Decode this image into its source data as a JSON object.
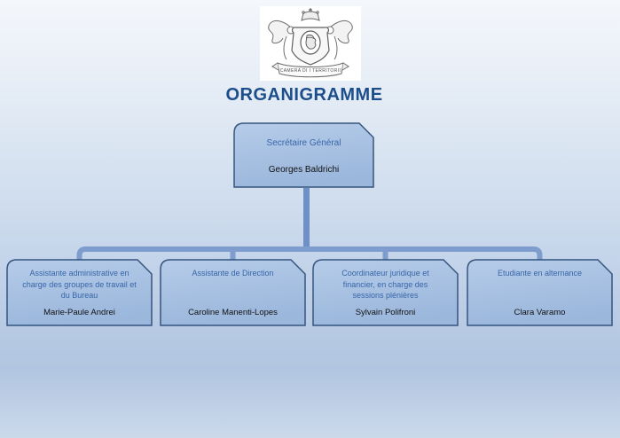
{
  "page": {
    "title": "ORGANIGRAMME"
  },
  "logo": {
    "description": "engraved crest with crown, winged angels and shield",
    "banner_text": "CAMERA DI I TERRITORII"
  },
  "org_chart": {
    "root": {
      "role": "Secrétaire Général",
      "name": "Georges Baldrichi"
    },
    "children": [
      {
        "role": "Assistante administrative en\ncharge des groupes de travail et\ndu Bureau",
        "name": "Marie-Paule Andrei"
      },
      {
        "role": "Assistante de Direction",
        "name": "Caroline Manenti-Lopes"
      },
      {
        "role": "Coordinateur juridique et\nfinancier, en charge des\nsessions plénières",
        "name": "Sylvain Polifroni"
      },
      {
        "role": "Etudiante en alternance",
        "name": "Clara Varamo"
      }
    ]
  },
  "colors": {
    "title_text": "#1d4e8c",
    "role_text": "#3765a8",
    "name_text": "#121212",
    "box_fill_top": "#b6cce9",
    "box_fill_bottom": "#9bb7dc",
    "box_border": "#35547e",
    "connector": "#7e9ccd",
    "connector_stub": "#6f90c6"
  }
}
